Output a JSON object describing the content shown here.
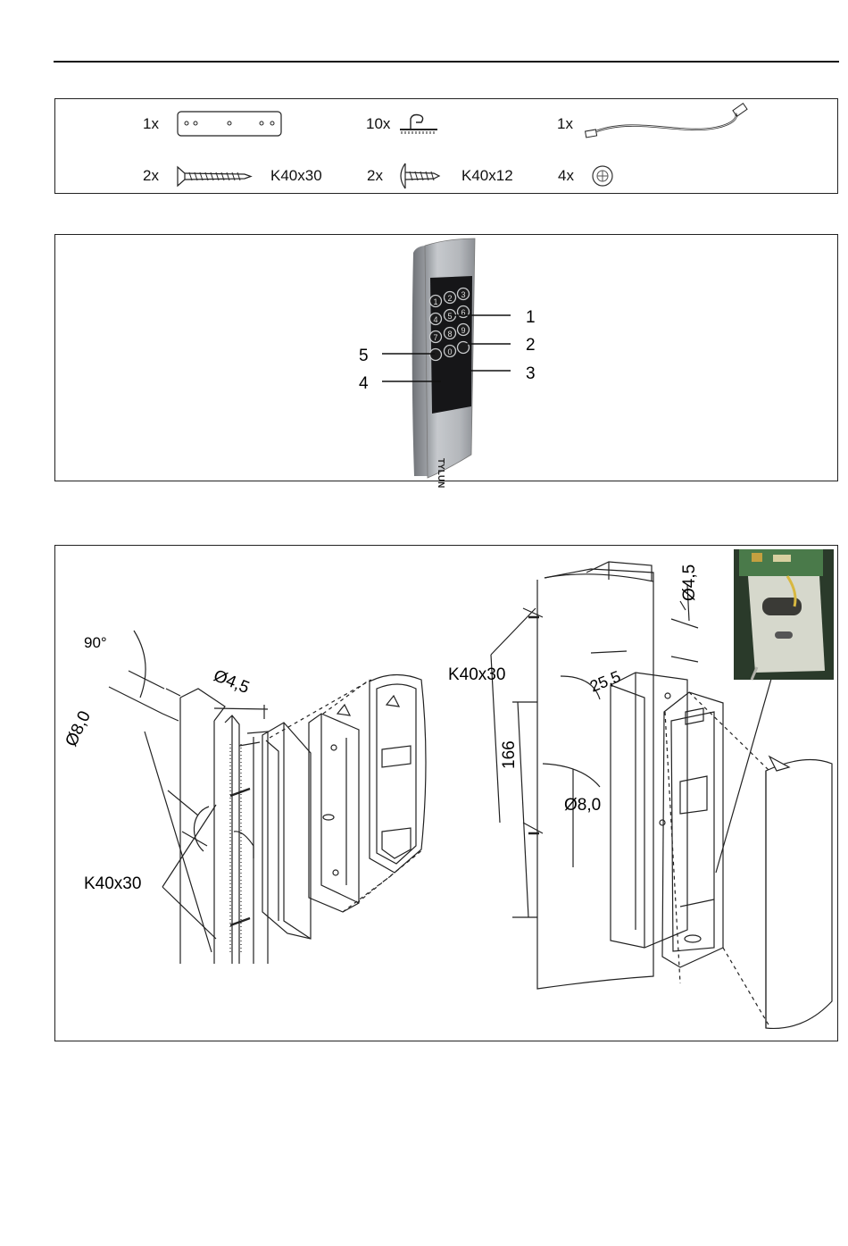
{
  "parts": [
    {
      "qty": "1x",
      "code": "",
      "icon": "mounting-plate-icon"
    },
    {
      "qty": "10x",
      "code": "",
      "icon": "cable-clip-icon"
    },
    {
      "qty": "1x",
      "code": "",
      "icon": "connection-cable-icon"
    },
    {
      "qty": "2x",
      "code": "K40x30",
      "icon": "countersunk-screw-icon"
    },
    {
      "qty": "2x",
      "code": "K40x12",
      "icon": "pan-head-screw-icon"
    },
    {
      "qty": "4x",
      "code": "",
      "icon": "cap-icon"
    }
  ],
  "keypad": {
    "keys": [
      "1",
      "2",
      "3",
      "4",
      "5",
      "6",
      "7",
      "8",
      "9",
      "",
      "0",
      ""
    ],
    "callouts": [
      "1",
      "2",
      "3",
      "4",
      "5"
    ],
    "brand": "TYLUN"
  },
  "install": {
    "angle": "90°",
    "drill_left": "Ø8,0",
    "hole_left": "Ø4,5",
    "screw_left": "K40x30",
    "hole_right": "Ø4,5",
    "screw_right": "K40x30",
    "spacing": "25,5",
    "height": "166",
    "drill_right": "Ø8,0"
  }
}
